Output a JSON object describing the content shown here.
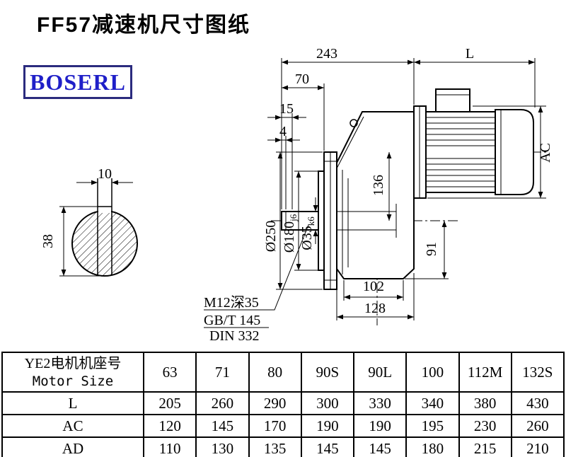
{
  "page": {
    "title": "FF57减速机尺寸图纸",
    "brand": "BOSERL"
  },
  "colors": {
    "brand_text": "#1f1fc8",
    "brand_border": "#2b2b7e",
    "line": "#000000"
  },
  "left_view": {
    "dim_width": "10",
    "dim_height": "38"
  },
  "main_view": {
    "dims": {
      "overall": "243",
      "motor_length": "L",
      "d70": "70",
      "d15": "15",
      "d4": "4",
      "flange_od": "Ø250",
      "spigot": {
        "main": "Ø180",
        "tol": "j6"
      },
      "shaft": {
        "main": "Ø35",
        "tol": "k6"
      },
      "d136": "136",
      "ac": "AC",
      "d91": "91",
      "d102": "102",
      "d128": "128"
    },
    "notes": [
      "M12深35",
      "GB/T 145",
      "DIN 332"
    ]
  },
  "table": {
    "header": {
      "line1": "YE2电机机座号",
      "line2": "Motor Size",
      "sizes": [
        "63",
        "71",
        "80",
        "90S",
        "90L",
        "100",
        "112M",
        "132S"
      ]
    },
    "rows": [
      {
        "label": "L",
        "values": [
          "205",
          "260",
          "290",
          "300",
          "330",
          "340",
          "380",
          "430"
        ]
      },
      {
        "label": "AC",
        "values": [
          "120",
          "145",
          "170",
          "190",
          "190",
          "195",
          "230",
          "260"
        ]
      },
      {
        "label": "AD",
        "values": [
          "110",
          "130",
          "135",
          "145",
          "145",
          "180",
          "215",
          "210"
        ]
      }
    ]
  }
}
